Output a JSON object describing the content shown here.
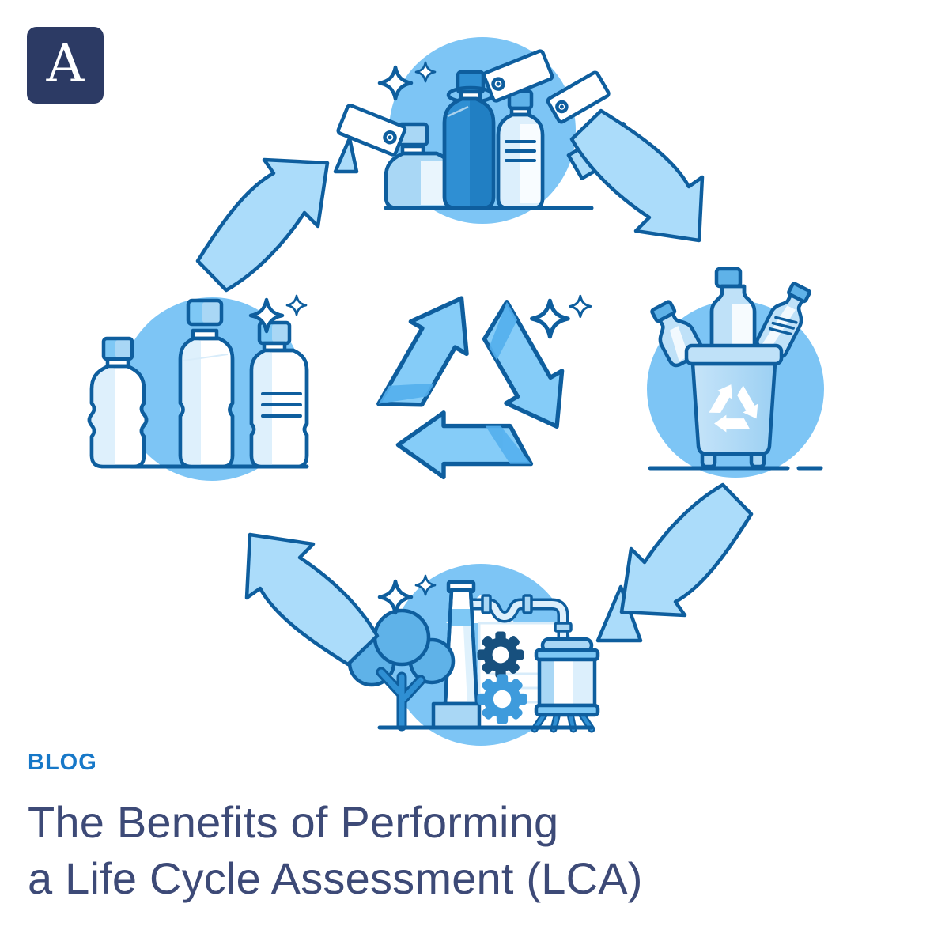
{
  "logo": {
    "letter": "A"
  },
  "blog_label": "BLOG",
  "title": {
    "line1": "The Benefits of Performing",
    "line2": "a Life Cycle Assessment (LCA)"
  },
  "colors": {
    "navy_logo": "#2C3A64",
    "title": "#3D4A77",
    "blog": "#1778C8",
    "outline": "#0E5E9E",
    "circle": "#7DC5F5",
    "sky": "#7EC8F5",
    "arrow_fill": "#ABDCFA",
    "light_fill": "#A9D7F5",
    "lighter_fill": "#BFE1F8",
    "pale": "#DCEFFC",
    "mid_light": "#5FB2E8",
    "mid_blue": "#2F8FD3",
    "deep_blue": "#1F7CC0",
    "fold": "#54B0EE",
    "recycle_fill": "#85CCF8",
    "gear_dark": "#17507E",
    "gear_blue": "#3E9BDC"
  },
  "icons": {
    "recycle_symbol": "♻",
    "sparkle": "✦",
    "stage_top": "bottled-products-with-price-tags",
    "stage_right": "recycling-bin-with-bottles",
    "stage_bottom": "processing-plant",
    "stage_left": "recycled-bottles",
    "arrows": "clockwise-cycle-arrows"
  }
}
